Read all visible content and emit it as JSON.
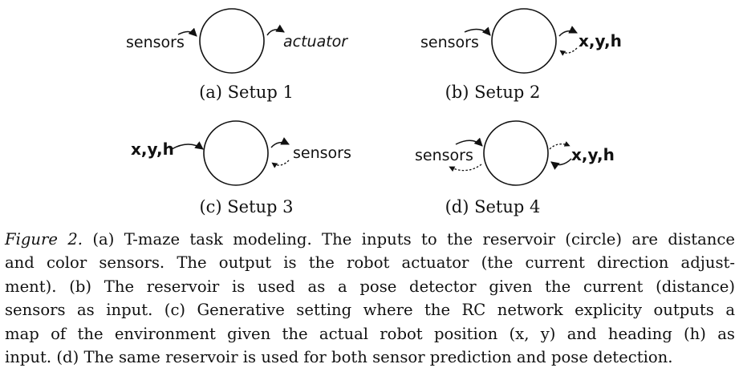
{
  "panels": [
    {
      "subcaption": "(a) Setup 1",
      "labels": {
        "left": "sensors",
        "right": "actuator"
      }
    },
    {
      "subcaption": "(b) Setup 2",
      "labels": {
        "left": "sensors",
        "right": "x,y,h"
      }
    },
    {
      "subcaption": "(c) Setup 3",
      "labels": {
        "left": "x,y,h",
        "right": "sensors"
      }
    },
    {
      "subcaption": "(d) Setup 4",
      "labels": {
        "left": "sensors",
        "right": "x,y,h"
      }
    }
  ],
  "caption": {
    "lead": "Figure 2.",
    "lines": [
      "(a) T-maze task modeling. The inputs to the reservoir (circle) are distance",
      "and color sensors. The output is the robot actuator (the current direction adjust-",
      "ment). (b) The reservoir is used as a pose detector given the current (distance)",
      "sensors as input. (c) Generative setting where the RC network explicity outputs a",
      "map of the environment given the actual robot position (x, y) and heading (h) as",
      "input. (d) The same reservoir is used for both sensor prediction and pose detection."
    ]
  }
}
